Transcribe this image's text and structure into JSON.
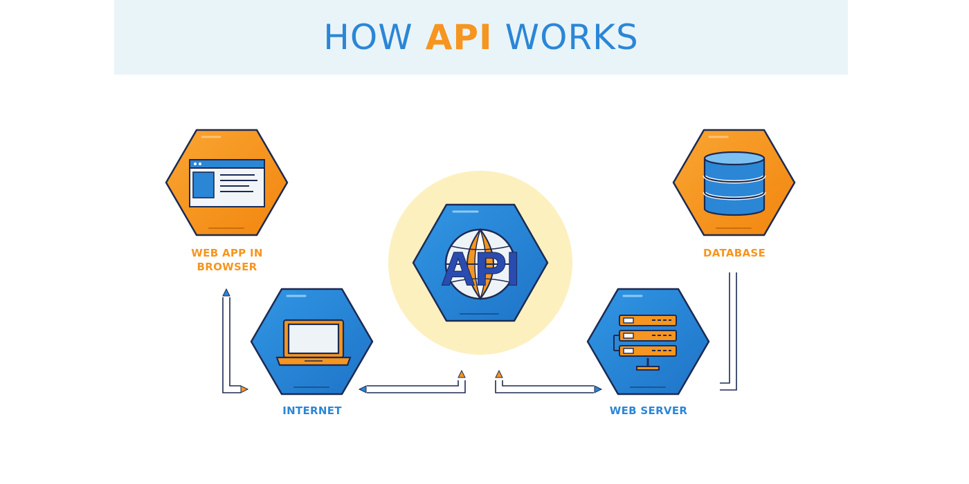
{
  "title": {
    "part1": "HOW",
    "part2": "API",
    "part3": "WORKS"
  },
  "nodes": {
    "web_app": {
      "label": "WEB APP IN BROWSER",
      "icon": "browser-window-icon"
    },
    "database": {
      "label": "DATABASE",
      "icon": "database-icon"
    },
    "api": {
      "label": "API",
      "icon": "globe-icon"
    },
    "internet": {
      "label": "INTERNET",
      "icon": "laptop-icon"
    },
    "web_server": {
      "label": "WEB SERVER",
      "icon": "server-rack-icon"
    }
  },
  "colors": {
    "orange": "#f6951f",
    "blue": "#2b86d6",
    "navy": "#1c2a52",
    "title_band": "#e9f4f9",
    "api_glow": "#fdf0bf"
  }
}
